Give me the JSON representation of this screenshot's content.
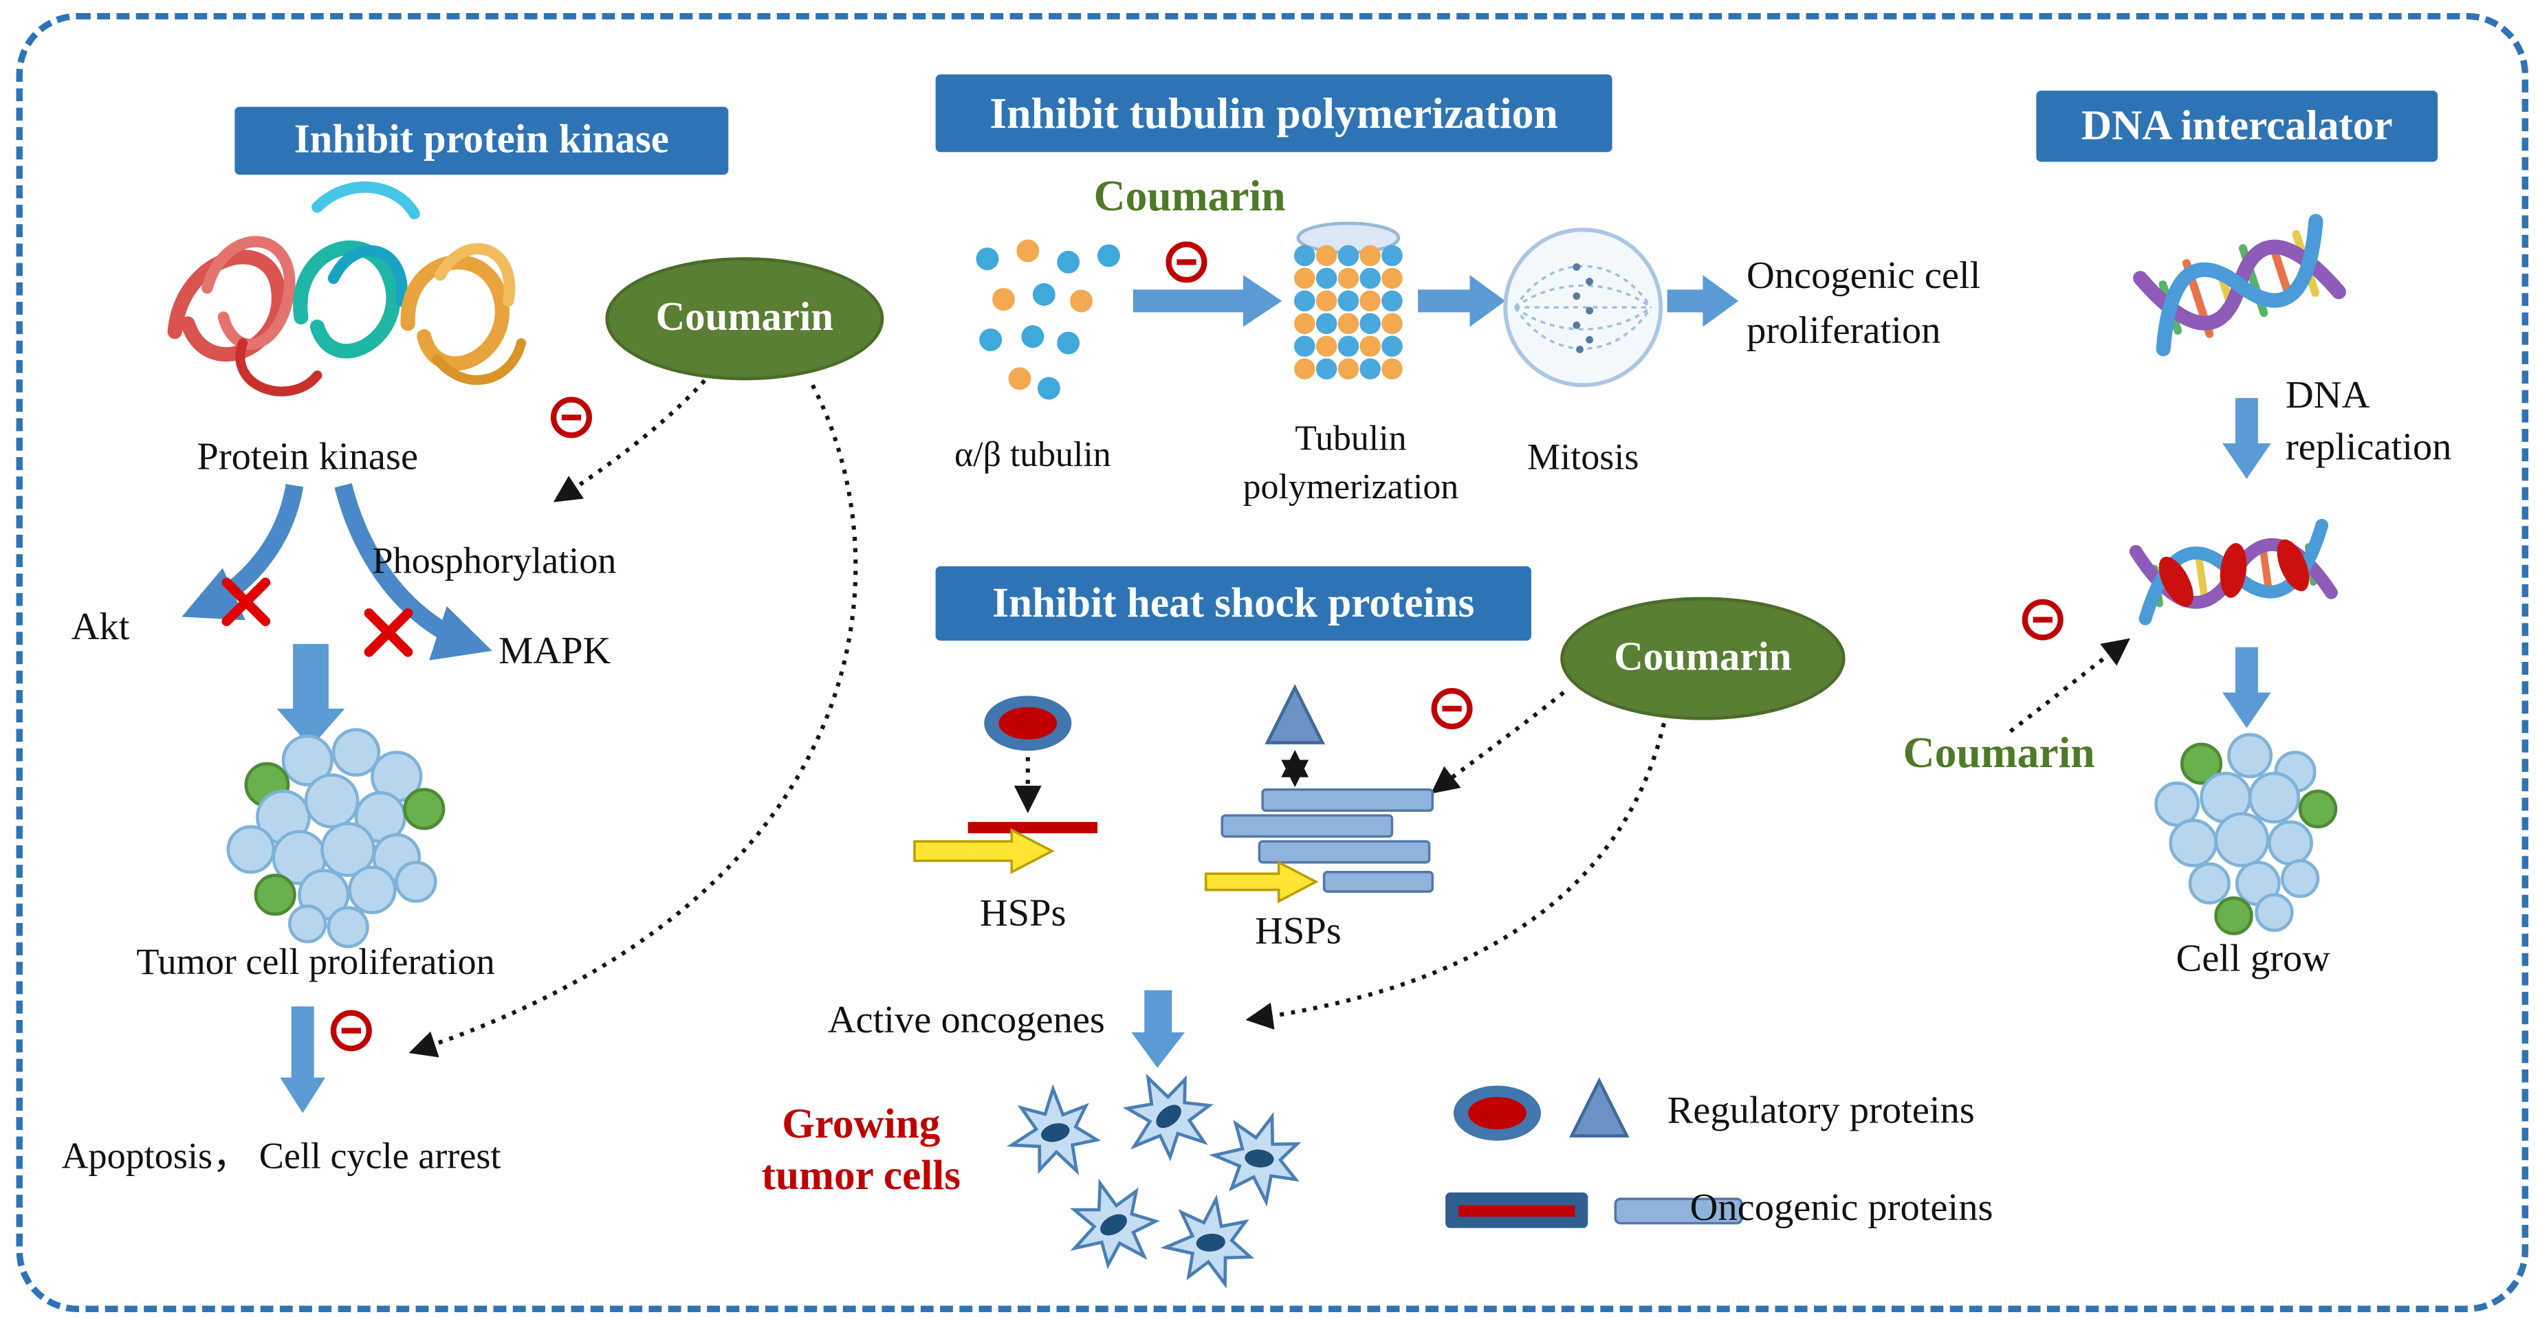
{
  "diagram": {
    "colors": {
      "header_bg": "#2e74b5",
      "coumarin_green": "#5a7e33",
      "coumarin_text_green": "#4e7a27",
      "inhibit_red": "#c00000",
      "arrow_blue": "#5b9bd5",
      "border_blue": "#2e74b5"
    },
    "protein_kinase": {
      "header": "Inhibit protein kinase",
      "coumarin": "Coumarin",
      "structure_label": "Protein kinase",
      "phosphorylation": "Phosphorylation",
      "akt": "Akt",
      "mapk": "MAPK",
      "tumor_proliferation": "Tumor cell proliferation",
      "outcome": "Apoptosis， Cell cycle arrest"
    },
    "tubulin": {
      "header": "Inhibit tubulin polymerization",
      "coumarin": "Coumarin",
      "monomers": "α/β tubulin",
      "polymer_line1": "Tubulin",
      "polymer_line2": "polymerization",
      "mitosis": "Mitosis",
      "outcome_line1": "Oncogenic cell",
      "outcome_line2": "proliferation"
    },
    "dna": {
      "header": "DNA intercalator",
      "replication_line1": "DNA",
      "replication_line2": "replication",
      "coumarin": "Coumarin",
      "outcome": "Cell grow"
    },
    "hsp": {
      "header": "Inhibit heat shock proteins",
      "coumarin": "Coumarin",
      "hsps_left": "HSPs",
      "hsps_right": "HSPs",
      "active_oncogenes": "Active oncogenes",
      "growing_line1": "Growing",
      "growing_line2": "tumor cells"
    },
    "legend": {
      "regulatory": "Regulatory proteins",
      "oncogenic": "Oncogenic proteins"
    }
  }
}
